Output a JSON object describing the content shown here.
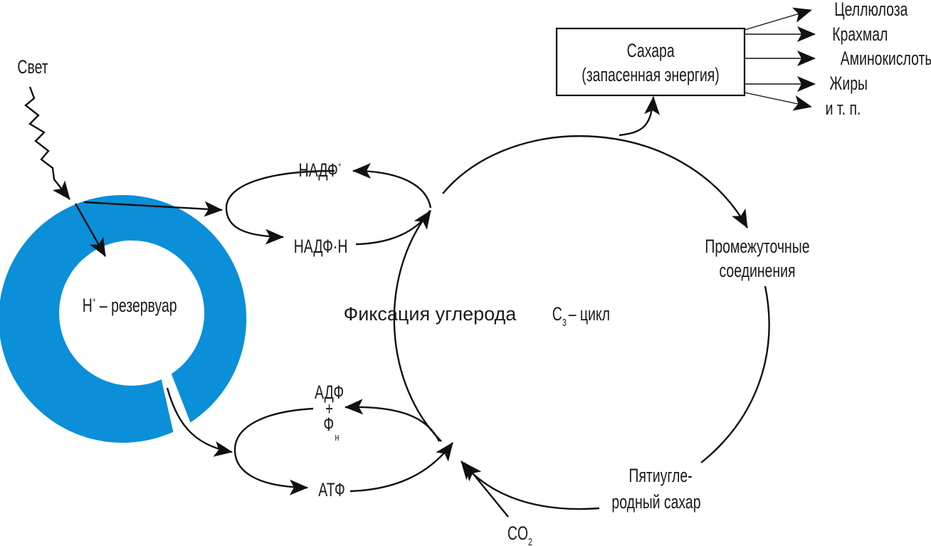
{
  "colors": {
    "membrane": "#0a8fd8",
    "ink": "#111111"
  },
  "labels": {
    "light": "Свет",
    "reservoir": "H",
    "reservoir_sup": "+",
    "reservoir_rest": " – резервуар",
    "nadp": "НАДФ",
    "nadp_sup": "+",
    "nadph": "НАДФ·Н",
    "adp": "АДФ",
    "plus": "+",
    "phosphate": "Ф",
    "phosphate_sub": "н",
    "atp": "АТФ",
    "fixation": "Фиксация углерода",
    "cycle_main": "C",
    "cycle_sub": "3",
    "cycle_rest": "– цикл",
    "intermediates_1": "Промежуточные",
    "intermediates_2": "соединения",
    "pentose_1": "Пятиугле-",
    "pentose_2": "родный сахар",
    "co2_main": "CO",
    "co2_sub": "2",
    "sugars_1": "Сахара",
    "sugars_2": "(запасенная энергия)"
  },
  "products": [
    "Целлюлоза",
    "Крахмал",
    "Аминокислоты",
    "Жиры",
    "и т. п."
  ]
}
